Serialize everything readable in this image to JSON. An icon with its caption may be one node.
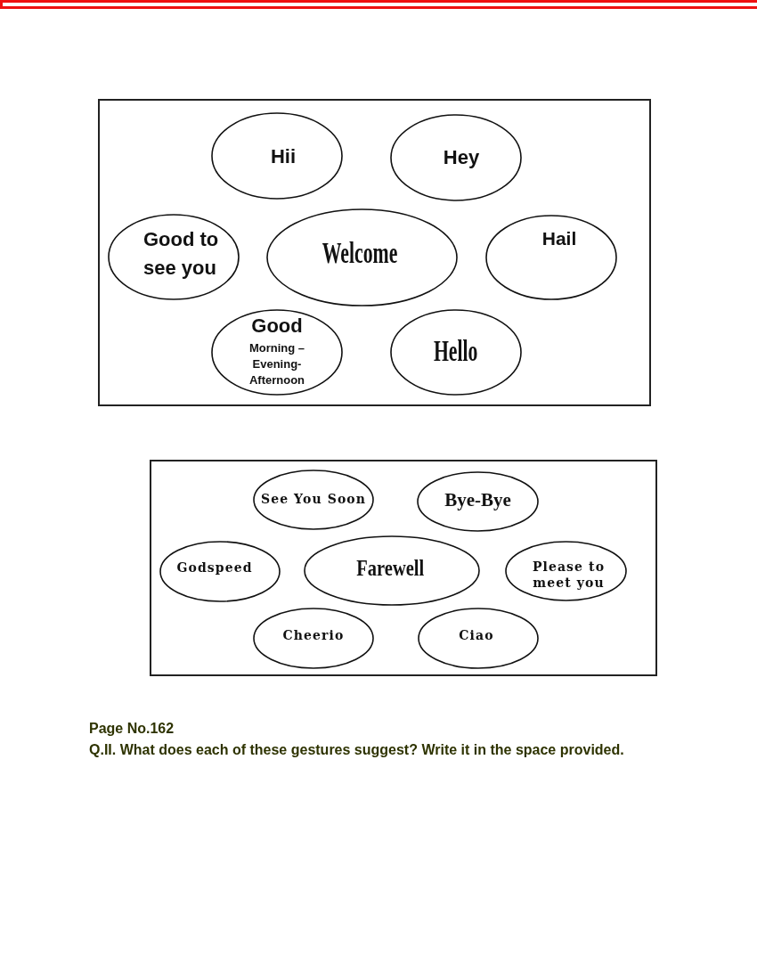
{
  "diagram": {
    "nodes": [
      {
        "text": [],
        "shape": "box"
      },
      {
        "text": [
          "Hii"
        ],
        "in": 0
      },
      {
        "text": [
          "Hey"
        ],
        "in": 0
      },
      {
        "text": [
          "Good to see you"
        ],
        "in": 0
      },
      {
        "text": [
          "Welcome"
        ],
        "in": 0
      },
      {
        "text": [
          "Hail"
        ],
        "in": 0
      },
      {
        "text": [
          "Good",
          "Morning – Evening- Afternoon"
        ],
        "in": 0
      },
      {
        "text": [
          "Hello"
        ],
        "in": 0
      },
      {
        "text": [],
        "shape": "box"
      },
      {
        "text": [
          "See You Soon"
        ],
        "in": 8
      },
      {
        "text": [
          "Bye-Bye"
        ],
        "in": 8
      },
      {
        "text": [
          "Godspeed"
        ],
        "in": 8
      },
      {
        "text": [
          "Farewell"
        ],
        "in": 8
      },
      {
        "text": [
          "Please to meet you"
        ],
        "in": 8
      },
      {
        "text": [
          "Cheerio"
        ],
        "in": 8
      },
      {
        "text": [
          "Ciao"
        ],
        "in": 8
      }
    ],
    "labels": [
      "Page No.162",
      "Q.II. What does each of these gestures suggest? Write it in the space provided."
    ]
  }
}
